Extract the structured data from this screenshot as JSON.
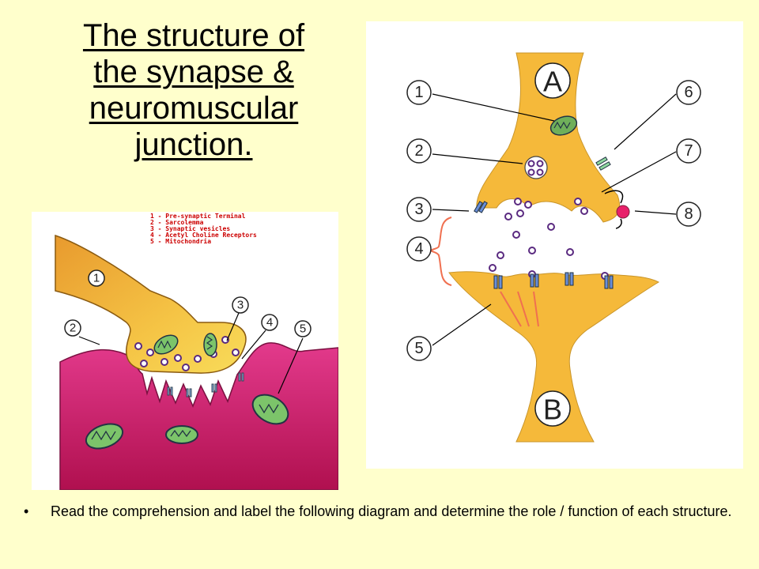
{
  "title": {
    "line1": "The structure of",
    "line2": "the synapse &",
    "line3": "neuromuscular",
    "line4": "junction."
  },
  "nmj_diagram": {
    "legend": [
      "1 - Pre-synaptic Terminal",
      "2 - Sarcolemma",
      "3 - Synaptic vesicles",
      "4 - Acetyl Choline Receptors",
      "5 - Mitochondria"
    ],
    "markers": [
      "1",
      "2",
      "3",
      "4",
      "5"
    ]
  },
  "synapse_diagram": {
    "letters": [
      "A",
      "B"
    ],
    "markers": [
      "1",
      "2",
      "3",
      "4",
      "5",
      "6",
      "7",
      "8"
    ]
  },
  "instructions": {
    "bullet": "•",
    "text": "Read the comprehension and label the following diagram and determine the role / function of each structure."
  },
  "colors": {
    "background": "#FFFFCC",
    "neuron_fill": "#F5B93A",
    "muscle_fill": "#D82A80",
    "mitochondria": "#7CC46A",
    "receptor": "#6A8FD8",
    "legend_text": "#CC0000"
  }
}
